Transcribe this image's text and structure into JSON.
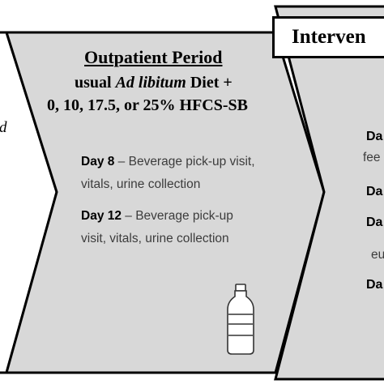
{
  "colors": {
    "stage_fill": "#d8d8d8",
    "outline": "#000000",
    "box_fill": "#ffffff"
  },
  "outpatient": {
    "title": "Outpatient Period",
    "diet_prefix": "usual",
    "diet_italic": "Ad libitum",
    "diet_suffix": "Diet +",
    "doses": "0, 10, 17.5, or 25% HFCS-SB",
    "visits": [
      {
        "day": "Day 8",
        "dash": " – Beverage pick-up visit,",
        "line2": "vitals, urine collection"
      },
      {
        "day": "Day 12",
        "dash": " – Beverage pick-up",
        "line2": "visit, vitals, urine collection"
      }
    ],
    "icon": "water-bottle-icon"
  },
  "left_stage": {
    "fragment": "d"
  },
  "intervention": {
    "title": "Interven",
    "items": [
      {
        "label": "Da",
        "sub": "fee"
      },
      {
        "label": "Da",
        "sub": ""
      },
      {
        "label": "Da",
        "sub": "eu"
      },
      {
        "label": "Da",
        "sub": ""
      }
    ]
  }
}
